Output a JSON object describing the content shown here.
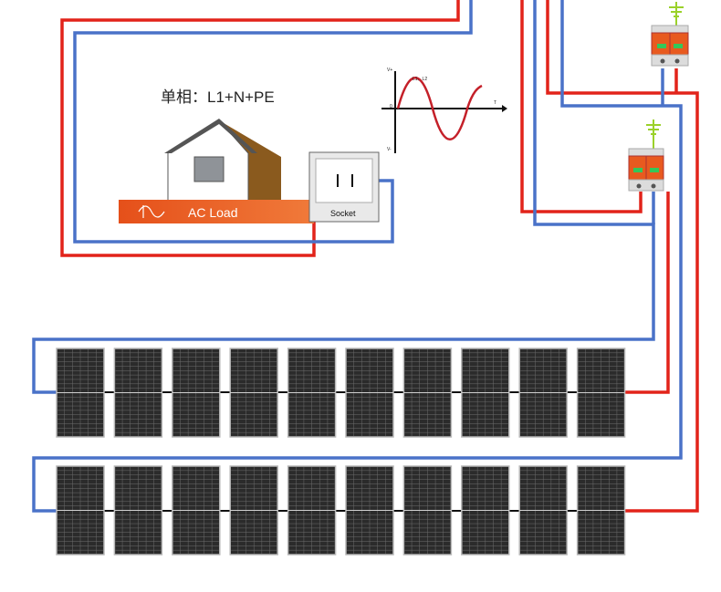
{
  "system_label": "单相：L1+N+PE",
  "load_label": "AC Load",
  "socket_label": "Socket",
  "waveform": {
    "y_axis_top": "V+",
    "y_axis_bottom": "V-",
    "x_axis_label": "T",
    "origin_label": "0",
    "series_label": "L1、L2"
  },
  "colors": {
    "positive_wire": "#e2231a",
    "negative_wire": "#4a72c8",
    "ground": "#9bd12a",
    "spd_body": "#e85a1f",
    "load_bar": "#e8541e"
  },
  "panel_rows": [
    {
      "panel_count": 10
    },
    {
      "panel_count": 10
    }
  ],
  "surge_protectors": [
    {
      "name": "spd-upper"
    },
    {
      "name": "spd-lower"
    }
  ]
}
